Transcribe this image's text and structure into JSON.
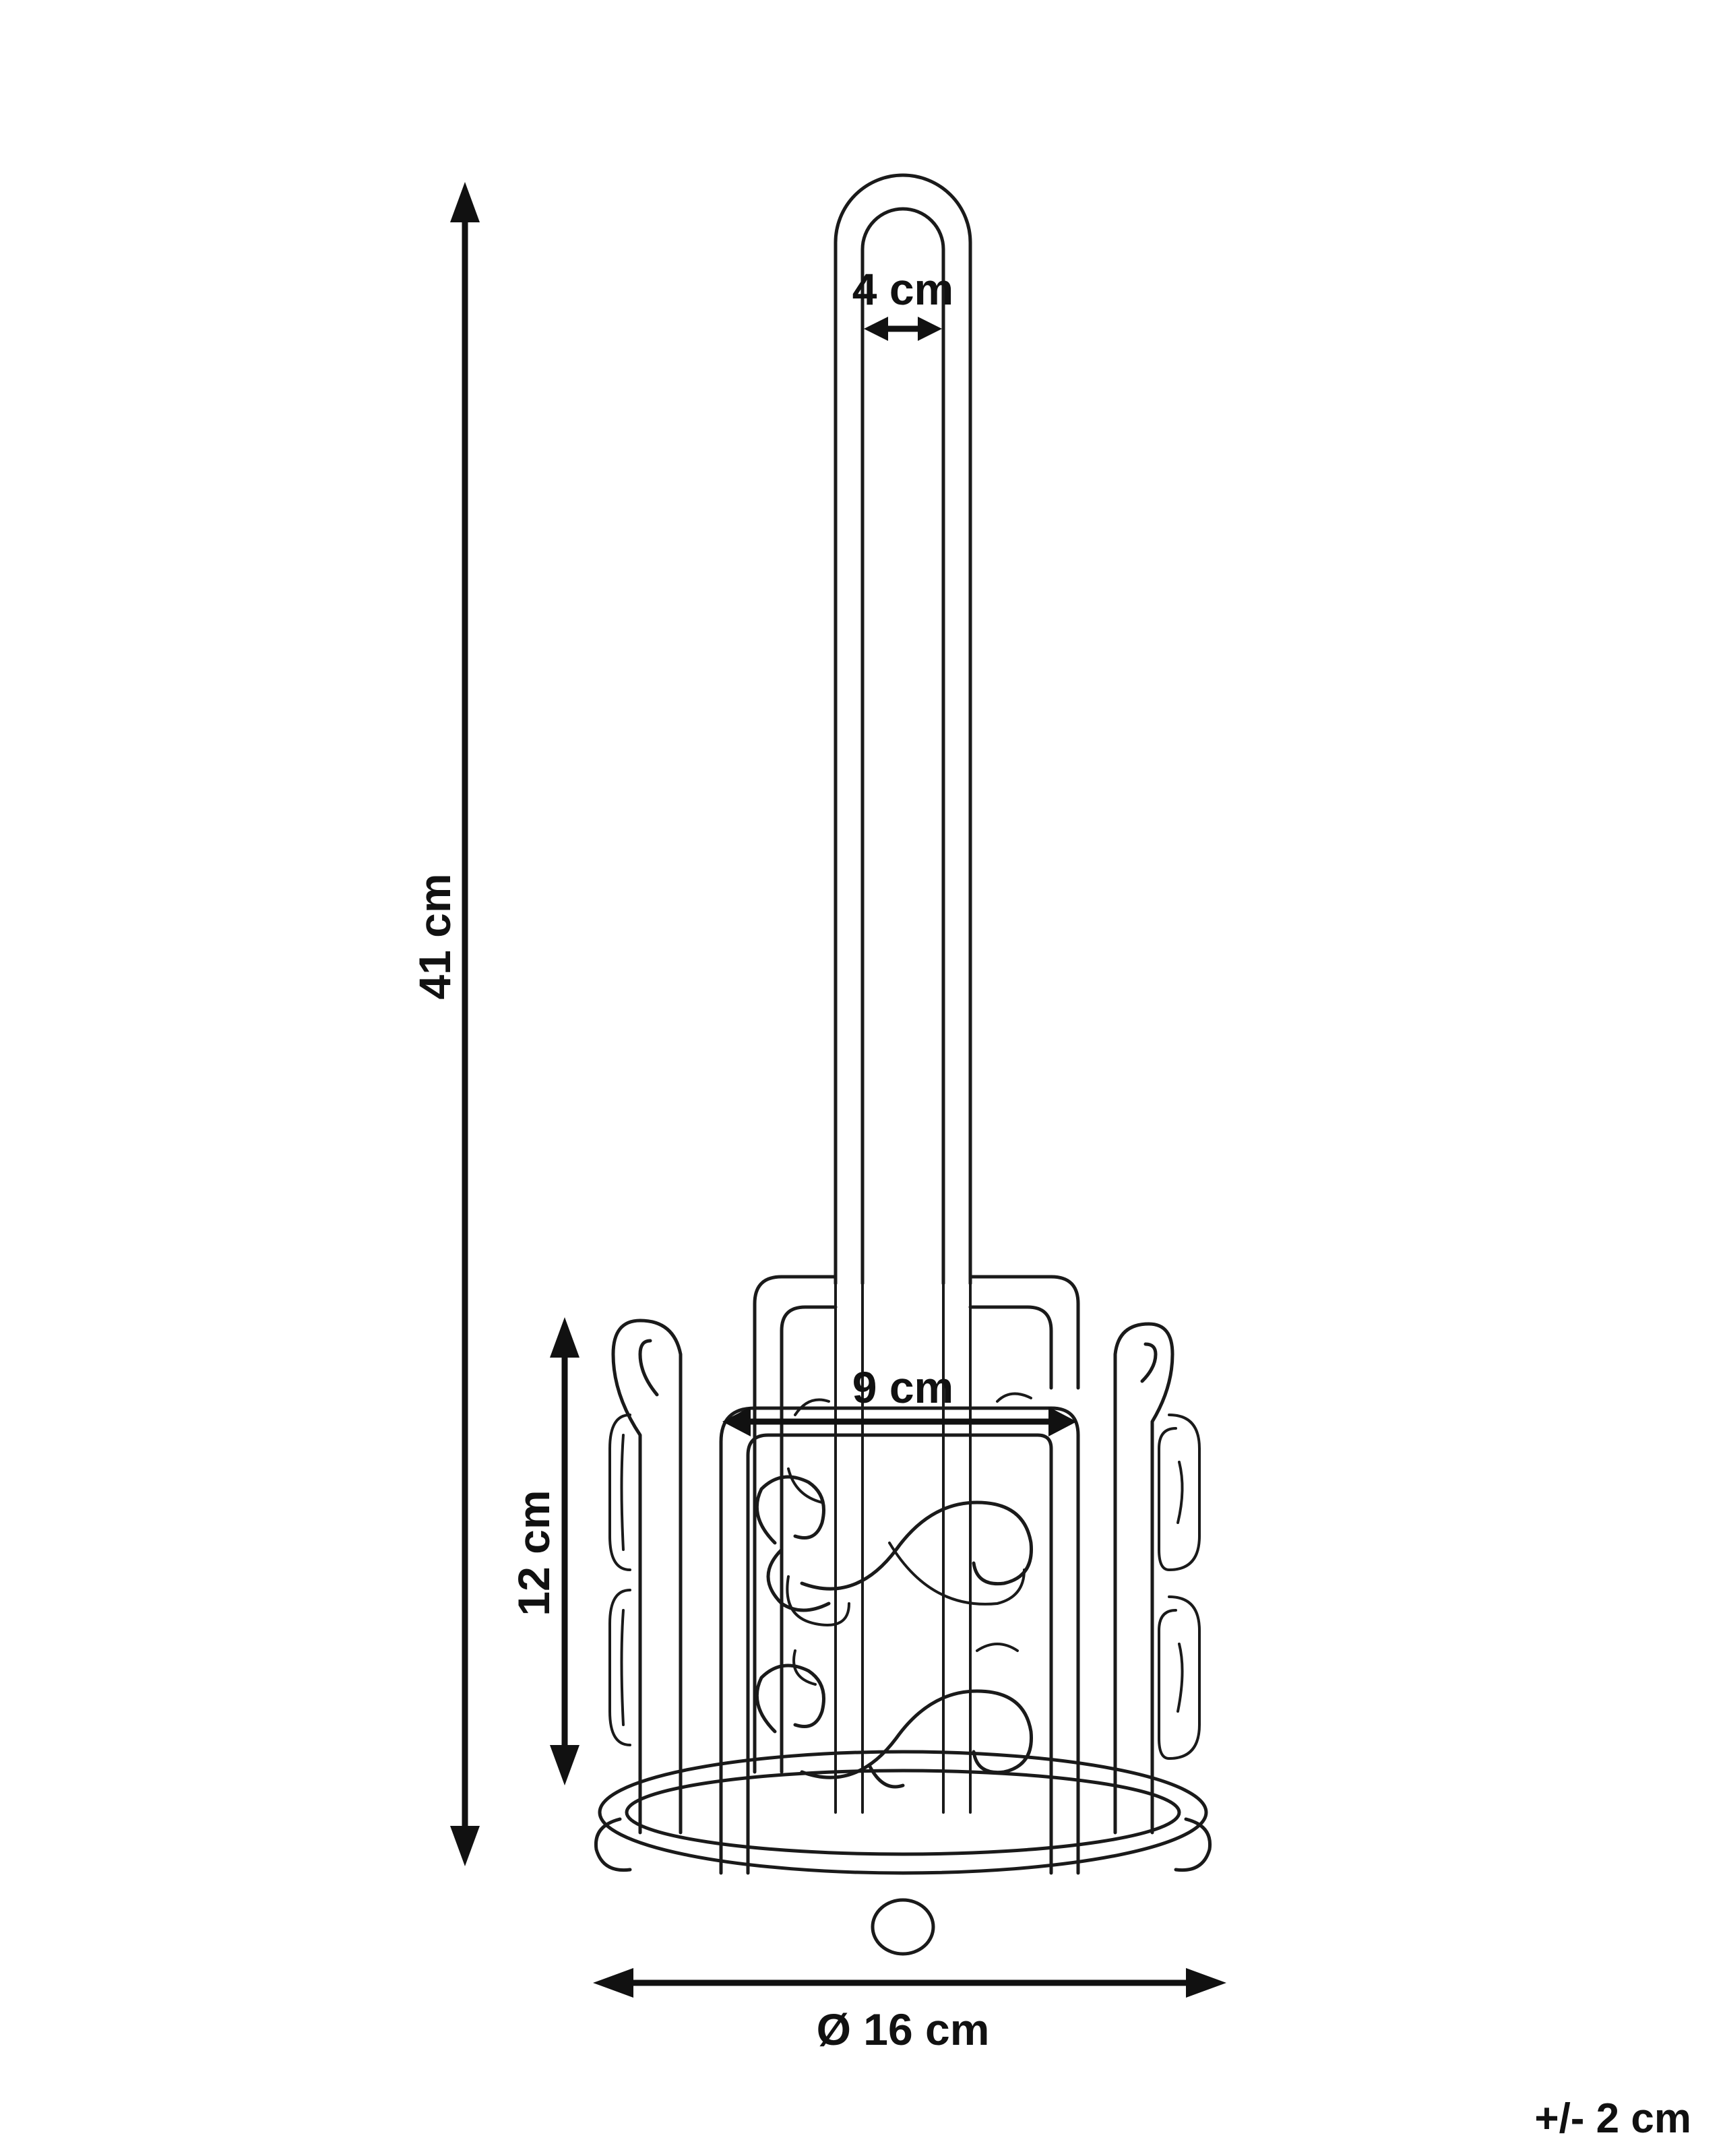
{
  "dimensions": {
    "height_total": "41 cm",
    "rod_width": "4 cm",
    "inner_width": "9 cm",
    "basket_height": "12 cm",
    "base_diameter": "Ø 16 cm"
  },
  "tolerance": "+/- 2 cm",
  "colors": {
    "line": "#1a1a1a",
    "background": "#ffffff"
  }
}
